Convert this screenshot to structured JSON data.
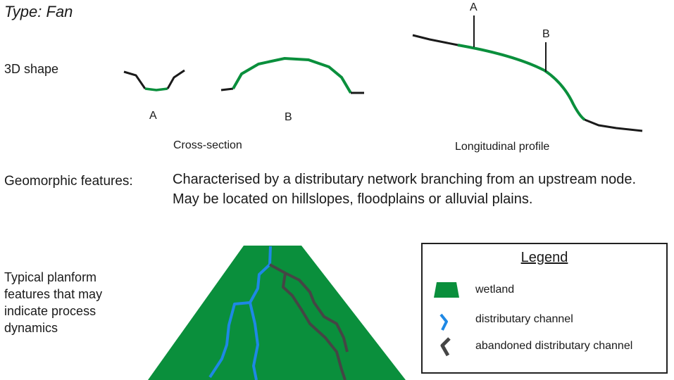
{
  "title": "Type: Fan",
  "shape_label": "3D shape",
  "cross_section": {
    "label": "Cross-section",
    "a_label": "A",
    "b_label": "B"
  },
  "longitudinal": {
    "label": "Longitudinal profile",
    "a_label": "A",
    "b_label": "B"
  },
  "geomorphic": {
    "label": "Geomorphic features:",
    "text": "Characterised by a distributary network branching from an upstream node. May be located on hillslopes, floodplains or alluvial plains."
  },
  "planform": {
    "label_lines": [
      "Typical planform",
      "features that may",
      "indicate process",
      "dynamics"
    ]
  },
  "legend": {
    "title": "Legend",
    "items": [
      {
        "label": "wetland",
        "icon": "wetland-swatch"
      },
      {
        "label": "distributary channel",
        "icon": "blue-channel-icon"
      },
      {
        "label": "abandoned distributary channel",
        "icon": "grey-channel-icon"
      }
    ]
  },
  "colors": {
    "wetland": "#0a8f3c",
    "channel": "#1e88e5",
    "abandoned": "#454545",
    "line": "#1a1a1a"
  }
}
